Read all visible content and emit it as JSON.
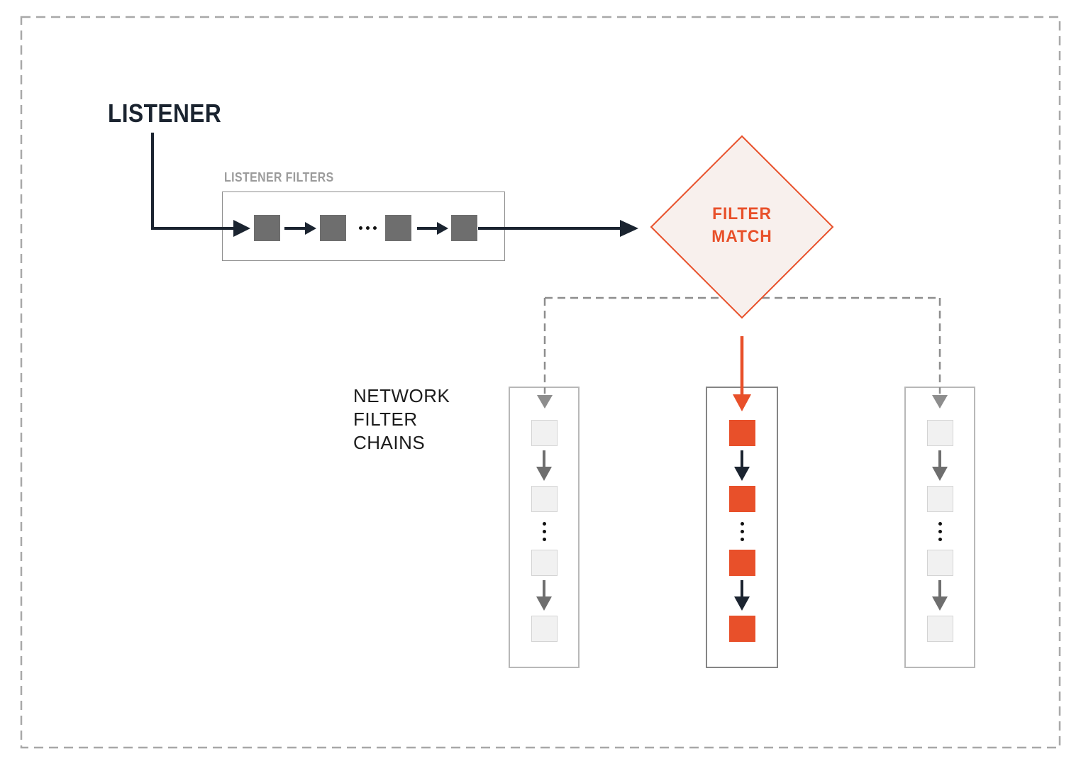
{
  "diagram": {
    "title": "listener-to-network-filter-chains-flow",
    "listener": {
      "label": "LISTENER"
    },
    "listener_filters": {
      "label": "LISTENER FILTERS",
      "filter_count": 4,
      "has_ellipsis": true
    },
    "filter_match": {
      "label": "FILTER\nMATCH"
    },
    "network_filter_chains": {
      "label": "NETWORK\nFILTER\nCHAINS",
      "chains": [
        {
          "id": "chain-1",
          "state": "inactive",
          "filter_count": 4,
          "has_ellipsis": true
        },
        {
          "id": "chain-2",
          "state": "matched",
          "filter_count": 4,
          "has_ellipsis": true
        },
        {
          "id": "chain-3",
          "state": "inactive",
          "filter_count": 4,
          "has_ellipsis": true
        }
      ]
    },
    "colors": {
      "accent_orange": "#e8502a",
      "diamond_fill": "#f8f0ed",
      "navy_arrow": "#1b2430",
      "filter_square_gray": "#6e6e6e",
      "label_gray": "#9b9b9b",
      "dashed_connector_gray": "#8d8d8d",
      "inactive_square_fill": "#f1f1f1",
      "inactive_square_border": "#d4d4d4",
      "background": "#ffffff"
    }
  }
}
